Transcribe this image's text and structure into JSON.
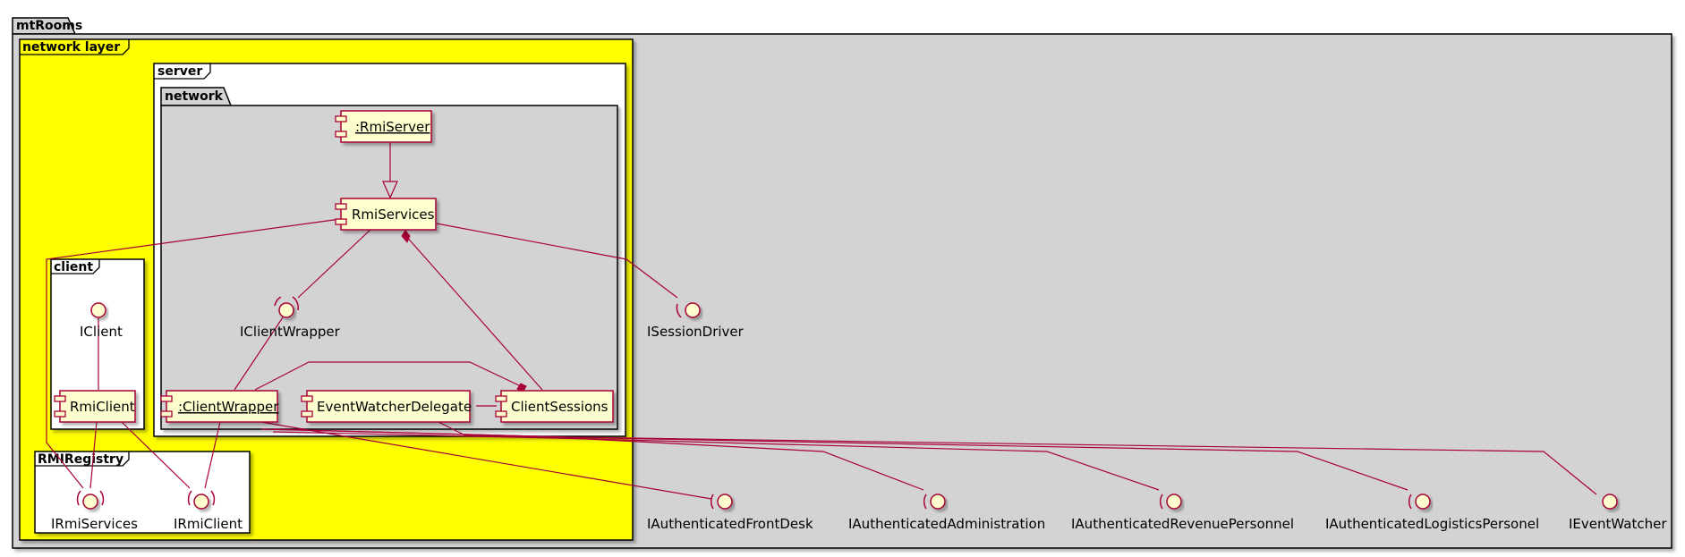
{
  "packages": {
    "mtrooms": "mtRooms",
    "network_layer": "network layer",
    "server": "server",
    "network": "network",
    "client": "client",
    "rmiregistry": "RMIRegistry"
  },
  "components": {
    "rmi_server": ":RmiServer",
    "rmi_services": "RmiServices",
    "client_wrapper": ":ClientWrapper",
    "event_watcher_delegate": "EventWatcherDelegate",
    "client_sessions": "ClientSessions",
    "rmi_client": "RmiClient"
  },
  "interfaces": {
    "iclient": "IClient",
    "iclient_wrapper": "IClientWrapper",
    "isession_driver": "ISessionDriver",
    "irmi_services": "IRmiServices",
    "irmi_client": "IRmiClient",
    "iauth_frontdesk": "IAuthenticatedFrontDesk",
    "iauth_administration": "IAuthenticatedAdministration",
    "iauth_revenue": "IAuthenticatedRevenuePersonnel",
    "iauth_logistics": "IAuthenticatedLogisticsPersonel",
    "ievent_watcher": "IEventWatcher"
  },
  "colors": {
    "line": "#A80036",
    "component_fill": "#FEFECE",
    "mtrooms_fill": "#D3D3D3",
    "network_layer_fill": "#FFFF00",
    "frame_fill": "#FFFFFF",
    "network_fill": "#D3D3D3"
  }
}
